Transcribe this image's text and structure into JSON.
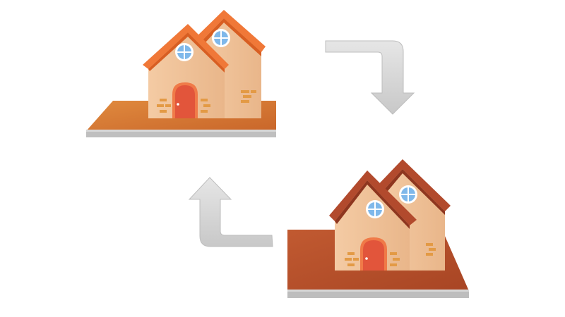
{
  "scene": {
    "subjects": [
      "house-orange-roof",
      "house-brown-roof"
    ],
    "arrows": [
      "arrow-right-down",
      "arrow-left-up"
    ],
    "colors": {
      "background": "#ffffff",
      "arrow": "#d9d9d9",
      "arrow_shade": "#bdbdbd",
      "wall": "#f0c39b",
      "wall_shade": "#e3ad80",
      "roof_orange": "#f07838",
      "roof_orange_dark": "#d85e22",
      "roof_brown": "#b24a2d",
      "roof_brown_dark": "#8e361f",
      "base_orange": "#d9772f",
      "base_brown": "#b4502b",
      "base_edge": "#c7c7c7",
      "door": "#e2553b",
      "door_frame": "#f07a48",
      "window_glass": "#7fb8ea",
      "window_frame": "#ffffff",
      "bricks": "#e39a45"
    }
  }
}
